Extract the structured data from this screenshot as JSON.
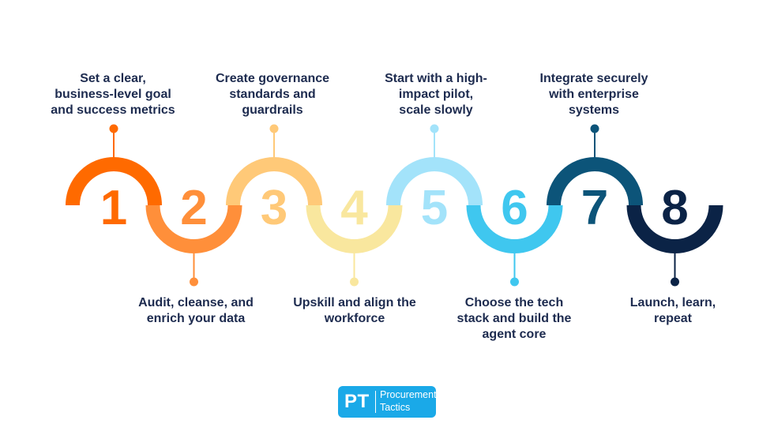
{
  "steps": [
    {
      "number": "1",
      "color": "#ff6a00",
      "text_lines": [
        "Set a clear,",
        "business-level goal",
        "and success metrics"
      ]
    },
    {
      "number": "2",
      "color": "#ff8f3a",
      "text_lines": [
        "Audit, cleanse, and",
        "enrich your data"
      ]
    },
    {
      "number": "3",
      "color": "#ffc978",
      "text_lines": [
        "Create governance",
        "standards and",
        "guardrails"
      ]
    },
    {
      "number": "4",
      "color": "#f9e79e",
      "text_lines": [
        "Upskill and align the",
        "workforce"
      ]
    },
    {
      "number": "5",
      "color": "#a3e3fa",
      "text_lines": [
        "Start with a high-",
        "impact pilot,",
        "scale slowly"
      ]
    },
    {
      "number": "6",
      "color": "#3fc7ef",
      "text_lines": [
        "Choose the tech",
        "stack and build the",
        "agent core"
      ]
    },
    {
      "number": "7",
      "color": "#0c5479",
      "text_lines": [
        "Integrate securely",
        "with enterprise",
        "systems"
      ]
    },
    {
      "number": "8",
      "color": "#0b2346",
      "text_lines": [
        "Launch, learn,",
        "repeat"
      ]
    }
  ],
  "logo": {
    "initials": "PT",
    "word1": "Procurement",
    "word2": "Tactics",
    "color": "#1aa9e8"
  }
}
